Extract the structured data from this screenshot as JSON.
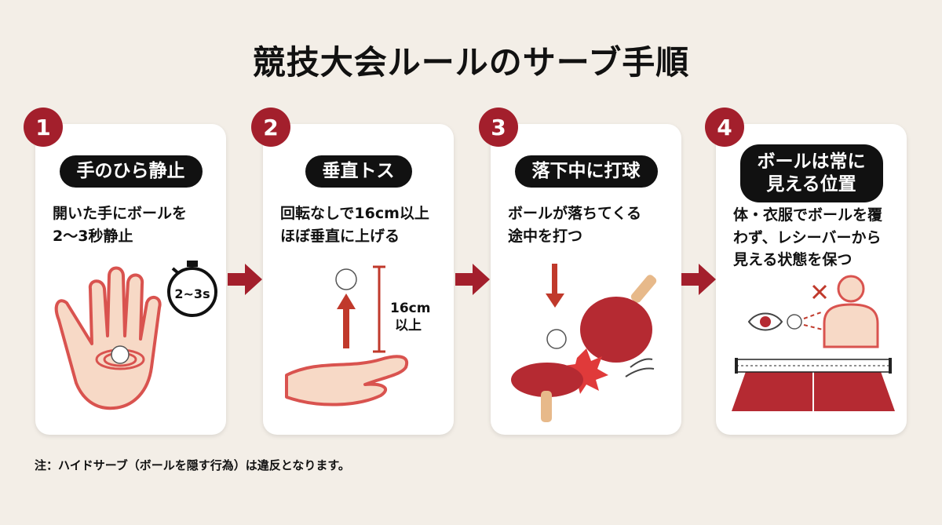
{
  "title": "競技大会ルールのサーブ手順",
  "colors": {
    "accent": "#a31f2c",
    "pill": "#111111",
    "background": "#f3eee7",
    "card": "#ffffff"
  },
  "steps": [
    {
      "number": "1",
      "heading": "手のひら静止",
      "desc_line1": "開いた手にボールを",
      "desc_line2": "2〜3秒静止",
      "timer_label": "2~3s"
    },
    {
      "number": "2",
      "heading": "垂直トス",
      "desc_line1": "回転なしで16cm以上",
      "desc_line2": "ほぼ垂直に上げる",
      "height_label_1": "16cm",
      "height_label_2": "以上"
    },
    {
      "number": "3",
      "heading": "落下中に打球",
      "desc_line1": "ボールが落ちてくる",
      "desc_line2": "途中を打つ"
    },
    {
      "number": "4",
      "heading_line1": "ボールは常に",
      "heading_line2": "見える位置",
      "desc_line1": "体・衣服でボールを覆",
      "desc_line2": "わず、レシーバーから",
      "desc_line3": "見える状態を保つ"
    }
  ],
  "icons": [
    "hand-icon",
    "stopwatch-icon",
    "arrow-up-icon",
    "paddle-icon",
    "eye-icon",
    "person-icon",
    "table-net-icon",
    "cross-icon"
  ],
  "note": "注：ハイドサーブ（ボールを隠す行為）は違反となります。"
}
